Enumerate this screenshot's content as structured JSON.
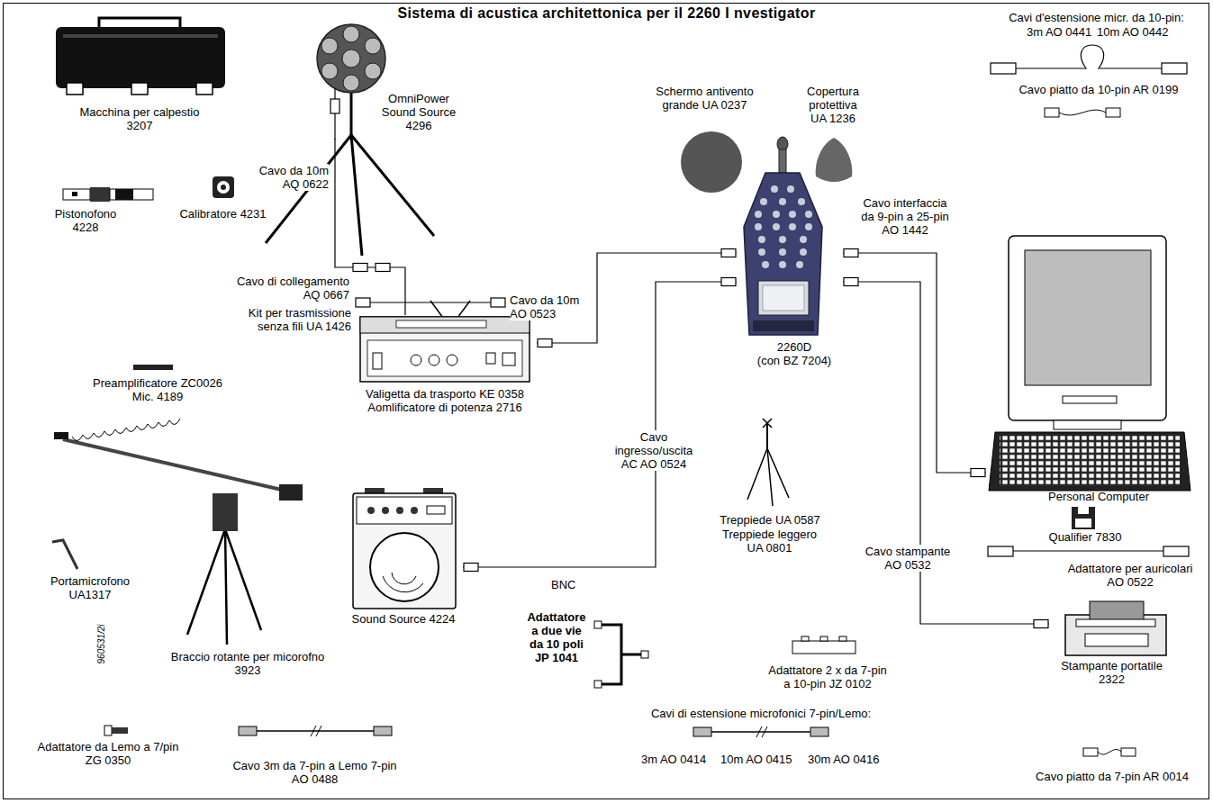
{
  "diagram": {
    "title": "Sistema di acustica architettonica per il 2260 I nvestigator",
    "nodes": [
      {
        "text": [
          "OmniPower Sound Source 4296"
        ]
      },
      {
        "text": [
          "2260D",
          "(con BZ 7204)"
        ]
      },
      {
        "text": [
          "Personal Computer"
        ]
      },
      {
        "text": [
          "Valigetta da trasporto KE 0358",
          "Aomlificatore di potenza 2716"
        ]
      },
      {
        "text": [
          "Sound Source 4224"
        ]
      },
      {
        "text": [
          "Stampante portatile 2322"
        ]
      }
    ],
    "edges": [
      {
        "from": 0,
        "to": 3,
        "arrow": "none",
        "label": "Cavo da 10m AQ 0622"
      },
      {
        "from": 3,
        "to": 1,
        "arrow": "none",
        "label": "Cavo da 10m AO 0523"
      },
      {
        "from": 1,
        "to": 2,
        "arrow": "none",
        "label": "Cavo interfaccia da 9-pin a 25-pin AO 1442"
      },
      {
        "from": 4,
        "to": 1,
        "arrow": "none",
        "label": "Cavo ingresso/uscita AC AO 0524"
      },
      {
        "from": 1,
        "to": 5,
        "arrow": "none",
        "label": "Cavo stampante AO 0532"
      }
    ],
    "labels": [
      "Macchina per calpestio 3207",
      "Pistonofono 4228",
      "Calibratore 4231",
      "Cavo di collegamento AQ 0667",
      "Kit per trasmissione senza fili UA 1426",
      "Preamplificatore ZC0026 Mic. 4189",
      "Portamicrofono UA1317",
      "Braccio rotante per micorofno 3923",
      "960531/2i",
      "Adattatore da Lemo a 7/pin ZG 0350",
      "Cavo 3m da 7-pin a Lemo 7-pin AO 0488",
      "Adattatore a due vie da 10 poli JP 1041",
      "Adattatore 2 x da 7-pin a 10-pin JZ 0102",
      "Cavi di estensione microfonici 7-pin/Lemo:",
      "3m AO 0414",
      "10m AO 0415",
      "30m AO 0416",
      "Cavo piatto da 7-pin AR 0014",
      "BNC",
      "Treppiede UA 0587",
      "Treppiede leggero UA 0801",
      "Schermo antivento grande UA 0237",
      "Copertura protettiva UA 1236",
      "Cavi d'estensione micr. da 10-pin:",
      "3m AO 0441",
      "10m AO 0442",
      "Cavo piatto da 10-pin AR 0199",
      "Qualifier 7830",
      "Adattatore per auricolari AO 0522"
    ]
  }
}
